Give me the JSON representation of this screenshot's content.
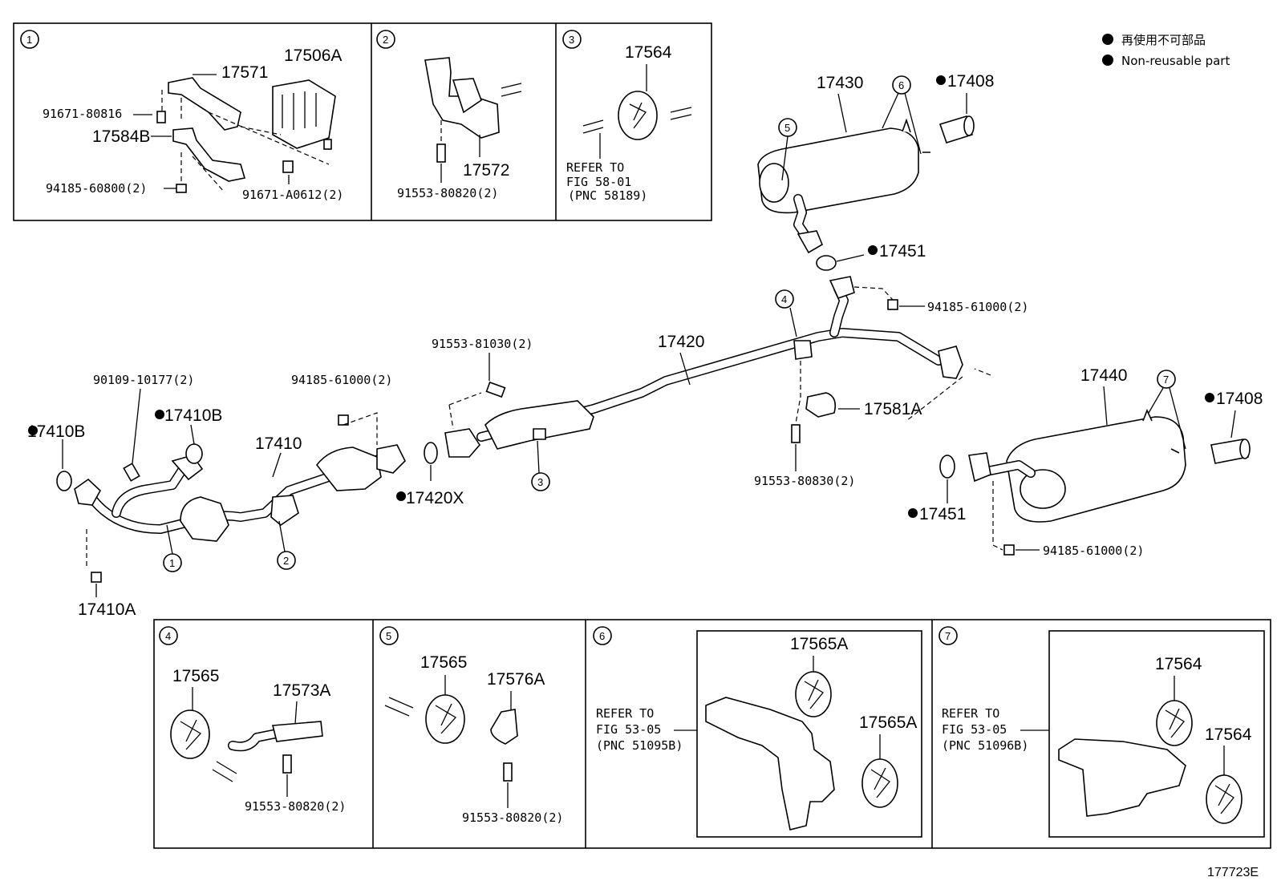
{
  "legend": {
    "jp": "再使用不可部品",
    "en": "Non-reusable part"
  },
  "figure_code": "177723E",
  "insets": {
    "i1": {
      "num": "1",
      "parts": [
        "17571",
        "17506A",
        "91671-80816",
        "17584B",
        "94185-60800(2)",
        "91671-A0612(2)"
      ]
    },
    "i2": {
      "num": "2",
      "parts": [
        "17572",
        "91553-80820(2)"
      ]
    },
    "i3": {
      "num": "3",
      "parts": [
        "17564"
      ],
      "ref": [
        "REFER TO",
        "FIG 58-01",
        "(PNC 58189)"
      ]
    },
    "i4": {
      "num": "4",
      "parts": [
        "17565",
        "17573A",
        "91553-80820(2)"
      ]
    },
    "i5": {
      "num": "5",
      "parts": [
        "17565",
        "17576A",
        "91553-80820(2)"
      ]
    },
    "i6": {
      "num": "6",
      "parts": [
        "17565A",
        "17565A"
      ],
      "ref": [
        "REFER TO",
        "FIG 53-05",
        "(PNC 51095B)"
      ]
    },
    "i7": {
      "num": "7",
      "parts": [
        "17564",
        "17564"
      ],
      "ref": [
        "REFER TO",
        "FIG 53-05",
        "(PNC 51096B)"
      ]
    }
  },
  "main": {
    "p17430": "17430",
    "p17408a": "17408",
    "p17408b": "17408",
    "p17451a": "17451",
    "p17451b": "17451",
    "p17420": "17420",
    "p17440": "17440",
    "p17581A": "17581A",
    "p17410": "17410",
    "p17410Ba": "17410B",
    "p17410Bb": "17410B",
    "p17410A": "17410A",
    "p17420X": "17420X",
    "b94185_61000a": "94185-61000(2)",
    "b94185_61000b": "94185-61000(2)",
    "b94185_61000c": "94185-61000(2)",
    "b91553_81030": "91553-81030(2)",
    "b91553_80830": "91553-80830(2)",
    "b90109_10177": "90109-10177(2)",
    "callouts": [
      "1",
      "2",
      "3",
      "4",
      "5",
      "6",
      "7"
    ]
  }
}
